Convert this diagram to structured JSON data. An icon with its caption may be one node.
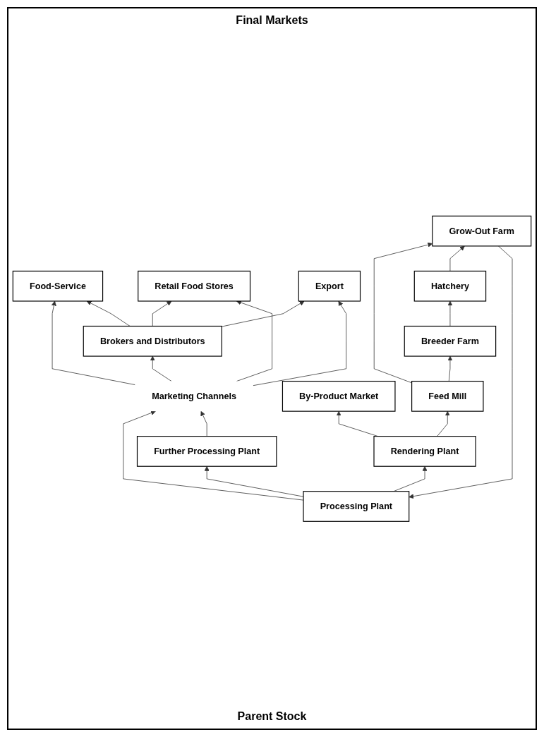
{
  "diagram": {
    "nodes": [
      {
        "text": [
          "Food-Service"
        ]
      },
      {
        "text": [
          "Retail Food Stores"
        ]
      },
      {
        "text": [
          "Export"
        ]
      },
      {
        "text": [
          "Brokers and Distributors"
        ]
      },
      {
        "text": [
          "Marketing Channels"
        ]
      },
      {
        "text": [
          "Further Processing Plant"
        ]
      },
      {
        "text": [
          "By-Product Market"
        ]
      },
      {
        "text": [
          "Processing Plant"
        ]
      },
      {
        "text": [
          "Rendering Plant"
        ]
      },
      {
        "text": [
          "Grow-Out Farm"
        ]
      },
      {
        "text": [
          "Feed Mill"
        ]
      },
      {
        "text": [
          "Hatchery"
        ]
      },
      {
        "text": [
          "Breeder Farm"
        ]
      }
    ],
    "edges": [
      {
        "from": 4,
        "to": 0,
        "arrow": "to"
      },
      {
        "from": 3,
        "to": 0,
        "arrow": "to"
      },
      {
        "from": 3,
        "to": 1,
        "arrow": "to"
      },
      {
        "from": 4,
        "to": 1,
        "arrow": "to"
      },
      {
        "from": 3,
        "to": 2,
        "arrow": "to"
      },
      {
        "from": 4,
        "to": 2,
        "arrow": "to"
      },
      {
        "from": 4,
        "to": 3,
        "arrow": "to"
      },
      {
        "from": 7,
        "to": 4,
        "arrow": "to"
      },
      {
        "from": 5,
        "to": 4,
        "arrow": "to"
      },
      {
        "from": 7,
        "to": 5,
        "arrow": "to"
      },
      {
        "from": 7,
        "to": 8,
        "arrow": "to"
      },
      {
        "from": 8,
        "to": 6,
        "arrow": "to"
      },
      {
        "from": 8,
        "to": 10,
        "arrow": "to"
      },
      {
        "from": 10,
        "to": 9,
        "arrow": "to"
      },
      {
        "from": 10,
        "to": 12,
        "arrow": "to"
      },
      {
        "from": 12,
        "to": 11,
        "arrow": "to"
      },
      {
        "from": 11,
        "to": 9,
        "arrow": "to"
      },
      {
        "from": 9,
        "to": 7,
        "arrow": "to"
      }
    ],
    "labels": [
      "Final Markets",
      "Parent Stock"
    ]
  }
}
